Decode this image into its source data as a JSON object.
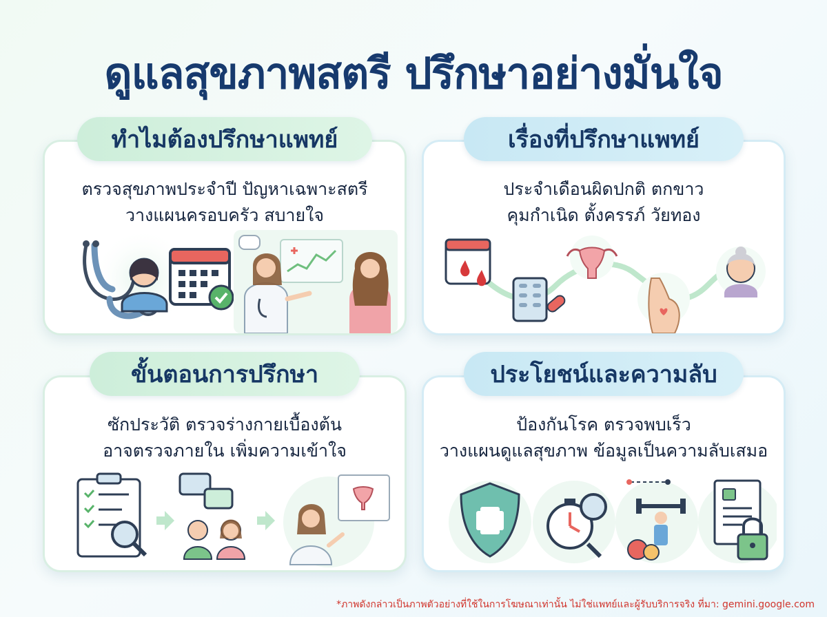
{
  "title": "ดูแลสุขภาพสตรี ปรึกษาอย่างมั่นใจ",
  "cards": [
    {
      "heading": "ทำไมต้องปรึกษาแพทย์",
      "line1": "ตรวจสุขภาพประจำปี ปัญหาเฉพาะสตรี",
      "line2": "วางแผนครอบครัว สบายใจ"
    },
    {
      "heading": "เรื่องที่ปรึกษาแพทย์",
      "line1": "ประจำเดือนผิดปกติ ตกขาว",
      "line2": "คุมกำเนิด ตั้งครรภ์ วัยทอง"
    },
    {
      "heading": "ขั้นตอนการปรึกษา",
      "line1": "ซักประวัติ ตรวจร่างกายเบื้องต้น",
      "line2": "อาจตรวจภายใน เพิ่มความเข้าใจ"
    },
    {
      "heading": "ประโยชน์และความลับ",
      "line1": "ป้องกันโรค ตรวจพบเร็ว",
      "line2": "วางแผนดูแลสุขภาพ ข้อมูลเป็นความลับเสมอ"
    }
  ],
  "footer": "*ภาพดังกล่าวเป็นภาพตัวอย่างที่ใช้ในการโฆษณาเท่านั้น ไม่ใช่แพทย์และผู้รับบริการจริง ที่มา: gemini.google.com",
  "colors": {
    "title": "#173a6e",
    "pill_green": "#cdeeda",
    "pill_blue": "#c8e8f4",
    "footer": "#d0342c"
  },
  "icons": [
    "stethoscope-icon",
    "doctor-avatar-icon",
    "calendar-check-icon",
    "doctor-consult-illustration",
    "calendar-blood-drop-icon",
    "pill-pack-icon",
    "uterus-icon",
    "pregnant-woman-icon",
    "elderly-woman-icon",
    "clipboard-search-icon",
    "conversation-people-icon",
    "doctor-uterus-chart-illustration",
    "shield-plus-icon",
    "stopwatch-magnifier-icon",
    "fitness-fruit-icon",
    "locked-document-icon"
  ]
}
